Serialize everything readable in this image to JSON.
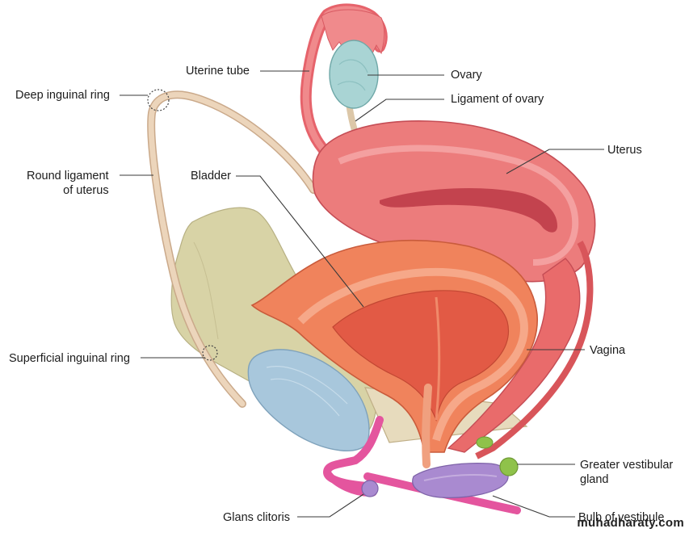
{
  "labels": {
    "uterine_tube": "Uterine tube",
    "ovary": "Ovary",
    "deep_inguinal_ring": "Deep inguinal ring",
    "ligament_of_ovary": "Ligament of ovary",
    "uterus": "Uterus",
    "round_ligament": "Round ligament\nof uterus",
    "bladder": "Bladder",
    "vagina": "Vagina",
    "superficial_inguinal_ring": "Superficial inguinal ring",
    "greater_vestibular_gland": "Greater vestibular\ngland",
    "glans_clitoris": "Glans clitoris",
    "bulb_of_vestibule": "Bulb of vestibule"
  },
  "watermark": "muhadharaty.com",
  "colors": {
    "uterus": "#ec6f6f",
    "uterus_dark": "#d8555a",
    "bladder": "#f0835c",
    "bladder_inner": "#e86a4f",
    "pubic_bone": "#d8d3a6",
    "round_ligament": "#e8cfb1",
    "ovary": "#a9d4d4",
    "symphysis": "#a8c7dc",
    "clitoris": "#e4559e",
    "bulb": "#a98ad0",
    "gland": "#8fc24a",
    "leader": "#3a3a3a"
  }
}
